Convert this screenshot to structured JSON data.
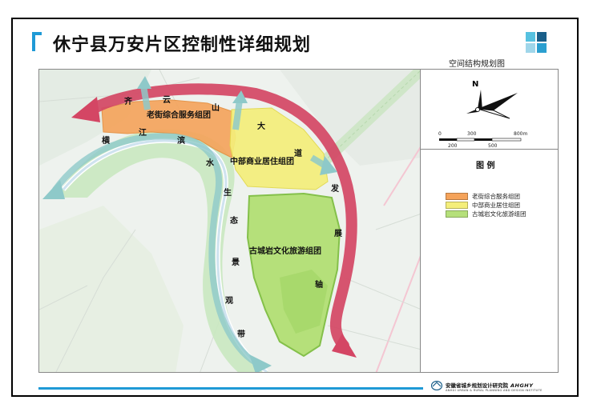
{
  "header": {
    "title": "休宁县万安片区控制性详细规划",
    "accent_color": "#1f9ad6",
    "logo_colors": [
      "#9fd6ea",
      "#2b9fd0",
      "#1a5f8a",
      "#56c1e0"
    ]
  },
  "map": {
    "subtitle": "空间结构规划图",
    "zones": {
      "old_street": "老街综合服务组团",
      "middle": "中部商业居住组团",
      "ancient": "古城岩文化旅游组团"
    },
    "axis_chars": [
      "齐",
      "云",
      "山",
      "大",
      "道",
      "发",
      "展",
      "轴"
    ],
    "ecology_chars": [
      "横",
      "江",
      "滨",
      "水",
      "生",
      "态",
      "景",
      "观",
      "带"
    ],
    "north_label": "N",
    "scale": {
      "top": [
        "0",
        "300",
        "800m"
      ],
      "bottom": [
        "200",
        "500"
      ]
    }
  },
  "legend": {
    "title": "图 例",
    "items": [
      {
        "label": "老街综合服务组团",
        "color": "#f5a35a"
      },
      {
        "label": "中部商业居住组团",
        "color": "#f4ee7a"
      },
      {
        "label": "古城岩文化旅游组团",
        "color": "#b5e07a"
      }
    ]
  },
  "footer": {
    "org_name": "安徽省城乡规划设计研究院",
    "org_code": "AHGHY",
    "org_en": "ANHUI URBAN & RURAL PLANNING AND DESIGN INSTITUTE"
  }
}
